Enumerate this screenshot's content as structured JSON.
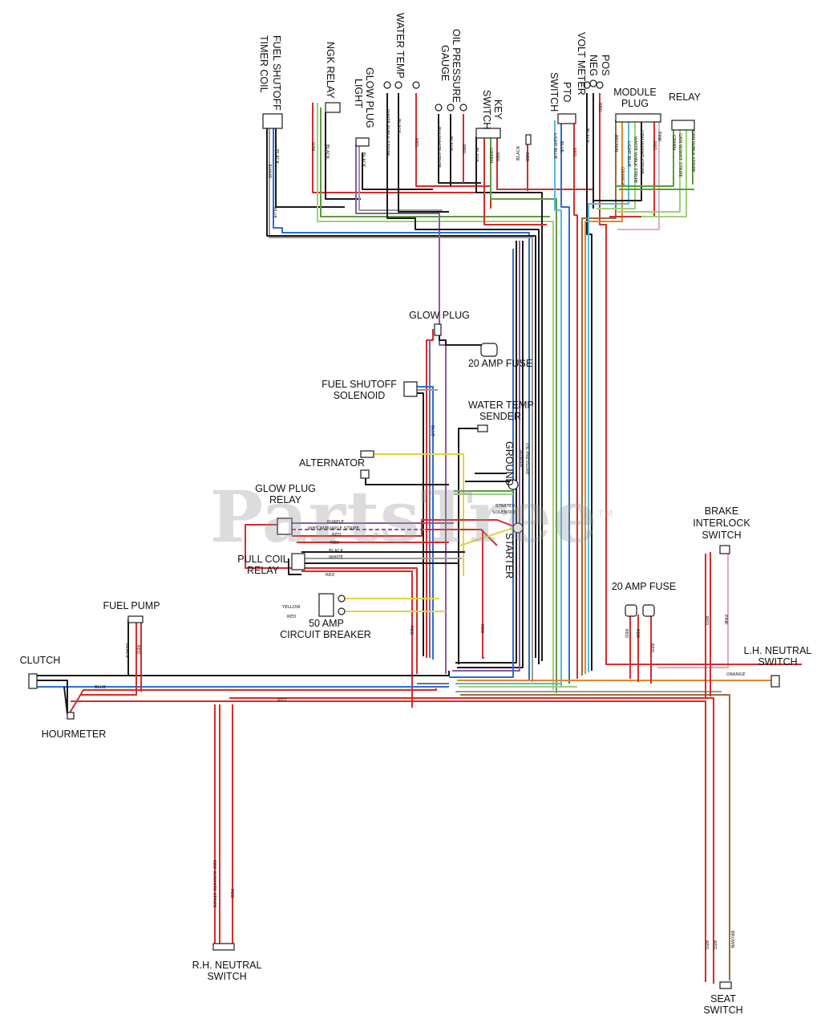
{
  "watermark": {
    "text": "PartsTree",
    "mark": "TM"
  },
  "components": {
    "fuel_shutoff_timer_coil": [
      "FUEL SHUTOFF",
      "TIMER COIL"
    ],
    "ngk_relay": "NGK RELAY",
    "glow_plug_light": [
      "GLOW PLUG",
      "LIGHT"
    ],
    "water_temp": "WATER TEMP",
    "oil_pressure_gauge": [
      "OIL PRESSURE",
      "GAUGE"
    ],
    "key_switch": [
      "KEY",
      "SWITCH"
    ],
    "pto_switch": [
      "PTO",
      "SWITCH"
    ],
    "volt_meter": [
      "POS",
      "NEG",
      "VOLT METER"
    ],
    "module_plug": [
      "MODULE",
      "PLUG"
    ],
    "relay": "RELAY",
    "glow_plug": "GLOW PLUG",
    "fuse_20_top": "20 AMP FUSE",
    "fuel_shutoff_solenoid": [
      "FUEL SHUTOFF",
      "SOLENOID"
    ],
    "water_temp_sender": [
      "WATER TEMP",
      "SENDER"
    ],
    "ground": "GROUND",
    "oil_pressure_sender": [
      "OIL PRESSURE",
      "SENDER"
    ],
    "alternator": "ALTERNATOR",
    "glow_plug_relay": [
      "GLOW PLUG",
      "RELAY"
    ],
    "starter_solenoid": [
      "STARTER",
      "SOLENOID"
    ],
    "starter": "STARTER",
    "pull_coil_relay": [
      "PULL COIL",
      "RELAY"
    ],
    "circuit_breaker": [
      "50 AMP",
      "CIRCUIT BREAKER"
    ],
    "brake_interlock_switch": [
      "BRAKE",
      "INTERLOCK",
      "SWITCH"
    ],
    "fuse_20_right": "20 AMP FUSE",
    "fuel_pump": "FUEL PUMP",
    "clutch": "CLUTCH",
    "hourmeter": "HOURMETER",
    "lh_neutral_switch": [
      "L.H. NEUTRAL",
      "SWITCH"
    ],
    "rh_neutral_switch": [
      "R.H. NEUTRAL",
      "SWITCH"
    ],
    "seat_switch": [
      "SEAT",
      "SWITCH"
    ]
  },
  "wire_labels": {
    "white": "WHITE",
    "black": "BLACK",
    "blue": "BLUE",
    "red": "RED",
    "white_blk_stripe": "WHITE W/BLK STRIPE",
    "blk_white_stripe": "BLK/WHITE STRIPE",
    "green": "GREEN",
    "light_blue": "LIGHT BLUE",
    "brown": "BROWN",
    "orange": "ORANGE",
    "pink": "PINK",
    "grn_white_stripe": "GRN W/WHT STRIPE",
    "grn_blk_stripe": "GRN W/BLK STRIPE",
    "purple": "PURPLE",
    "wht_purple_stripe": "WHT W/PURPLE STRIPE",
    "yellow": "YELLOW",
    "red_white_stripe": "RED W/WHITE STRIPE"
  },
  "colors": {
    "red": "#d62b2b",
    "black": "#1a1a1a",
    "blue": "#2a6fd6",
    "light_blue": "#5ab7d9",
    "green": "#5a9e3a",
    "light_green": "#9fd07a",
    "purple": "#8a5aa6",
    "brown": "#9a6a3a",
    "orange": "#e08a2a",
    "pink": "#e8a8c8",
    "yellow": "#e6d23a",
    "gray": "#9a9a9a"
  }
}
